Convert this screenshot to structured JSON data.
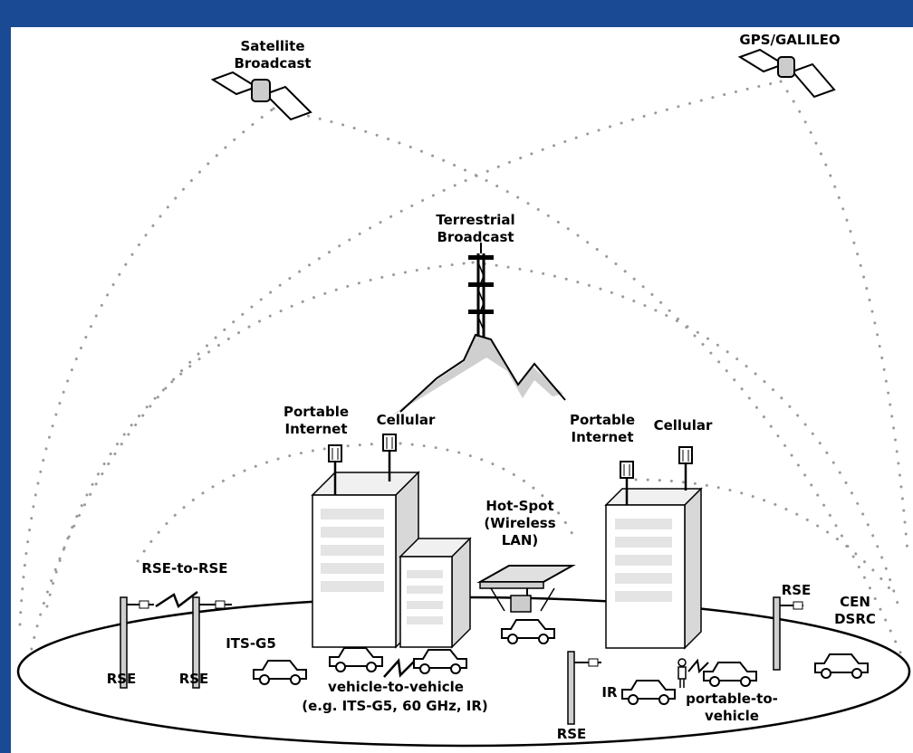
{
  "labels": {
    "satellite_broadcast": [
      "Satellite",
      "Broadcast"
    ],
    "gps_galileo": "GPS/GALILEO",
    "terrestrial_broadcast": [
      "Terrestrial",
      "Broadcast"
    ],
    "portable_internet_left": [
      "Portable",
      "Internet"
    ],
    "cellular_left": "Cellular",
    "portable_internet_right": [
      "Portable",
      "Internet"
    ],
    "cellular_right": "Cellular",
    "hot_spot": [
      "Hot-Spot",
      "(Wireless",
      "LAN)"
    ],
    "rse_to_rse": "RSE-to-RSE",
    "its_g5": "ITS-G5",
    "rse_left": "RSE",
    "rse_middle": "RSE",
    "vehicle_to_vehicle": [
      "vehicle-to-vehicle",
      "(e.g. ITS-G5, 60 GHz, IR)"
    ],
    "rse_bottom": "RSE",
    "ir": "IR",
    "portable_to_vehicle": [
      "portable-to-",
      "vehicle"
    ],
    "rse_right": "RSE",
    "cen_dsrc": [
      "CEN",
      "DSRC"
    ]
  },
  "colors": {
    "frame": "#1a4a94",
    "background": "#ffffff",
    "dots": "#9a9a9a",
    "building_front": "#ffffff",
    "building_side": "#d8d8d8",
    "building_stripe": "#e4e4e4"
  },
  "icons": [
    "satellite-icon",
    "antenna-tower-icon",
    "mountain-icon",
    "building-icon",
    "cell-antenna-icon",
    "rse-pole-icon",
    "car-icon",
    "person-icon",
    "lightning-icon"
  ]
}
